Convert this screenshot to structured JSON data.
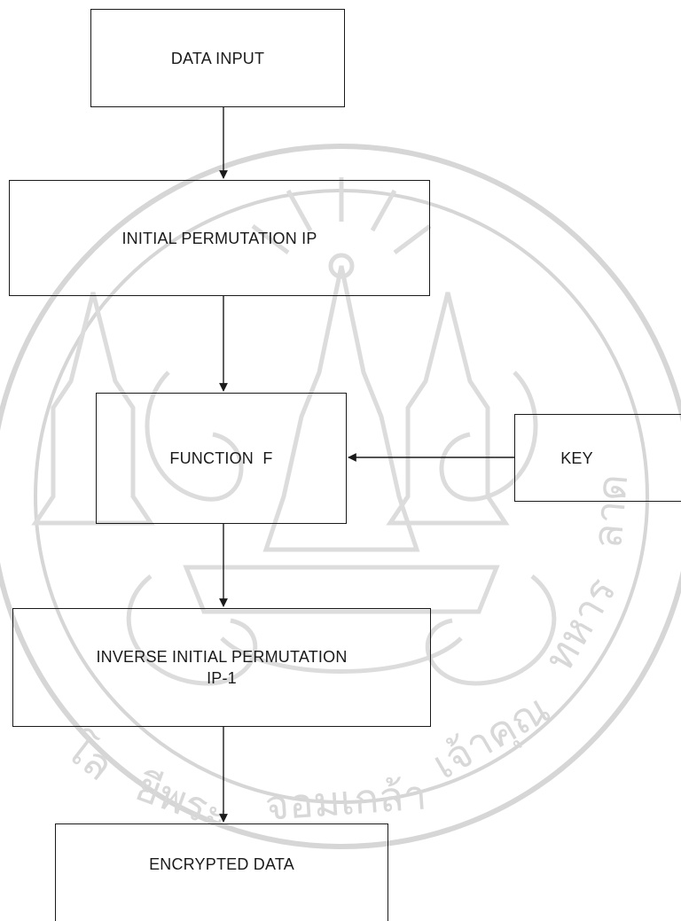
{
  "diagram": {
    "nodes": [
      {
        "id": "data_input",
        "label": "DATA INPUT"
      },
      {
        "id": "initial_permutation",
        "label": "INITIAL PERMUTATION IP"
      },
      {
        "id": "function_f",
        "label": "FUNCTION  F"
      },
      {
        "id": "key",
        "label": "KEY"
      },
      {
        "id": "inverse_permutation",
        "label_line1": "INVERSE INITIAL PERMUTATION",
        "label_line2": "IP-1"
      },
      {
        "id": "encrypted_data",
        "label": "ENCRYPTED DATA"
      }
    ],
    "edges": [
      {
        "from": "data_input",
        "to": "initial_permutation"
      },
      {
        "from": "initial_permutation",
        "to": "function_f"
      },
      {
        "from": "key",
        "to": "function_f"
      },
      {
        "from": "function_f",
        "to": "inverse_permutation"
      },
      {
        "from": "inverse_permutation",
        "to": "encrypted_data"
      }
    ]
  },
  "watermark": {
    "kind": "university seal",
    "color": "#d6d6d6"
  }
}
